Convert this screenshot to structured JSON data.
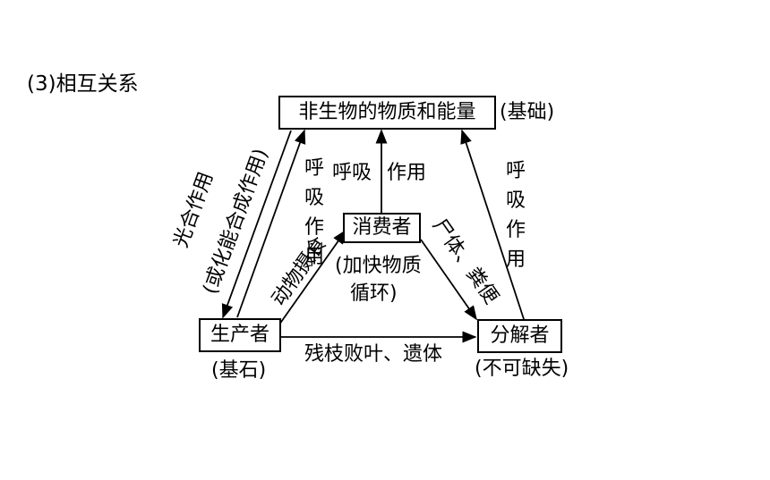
{
  "section_title": "(3)相互关系",
  "nodes": {
    "abiotic": {
      "label": "非生物的物质和能量",
      "note": "(基础)"
    },
    "consumer": {
      "label": "消费者",
      "note_line1": "(加快物质",
      "note_line2": "循环)"
    },
    "producer": {
      "label": "生产者",
      "note": "(基石)"
    },
    "decomposer": {
      "label": "分解者",
      "note": "(不可缺失)"
    }
  },
  "edges": {
    "producer_to_abiotic": "呼吸作用",
    "abiotic_to_producer_line1": "光合作用",
    "abiotic_to_producer_line2": "(或化能合成作用)",
    "consumer_to_abiotic_a": "呼吸",
    "consumer_to_abiotic_b": "作用",
    "decomposer_to_abiotic": "呼吸作用",
    "producer_to_consumer": "动物摄食",
    "consumer_to_decomposer": "尸体、粪便",
    "producer_to_decomposer": "残枝败叶、遗体"
  }
}
